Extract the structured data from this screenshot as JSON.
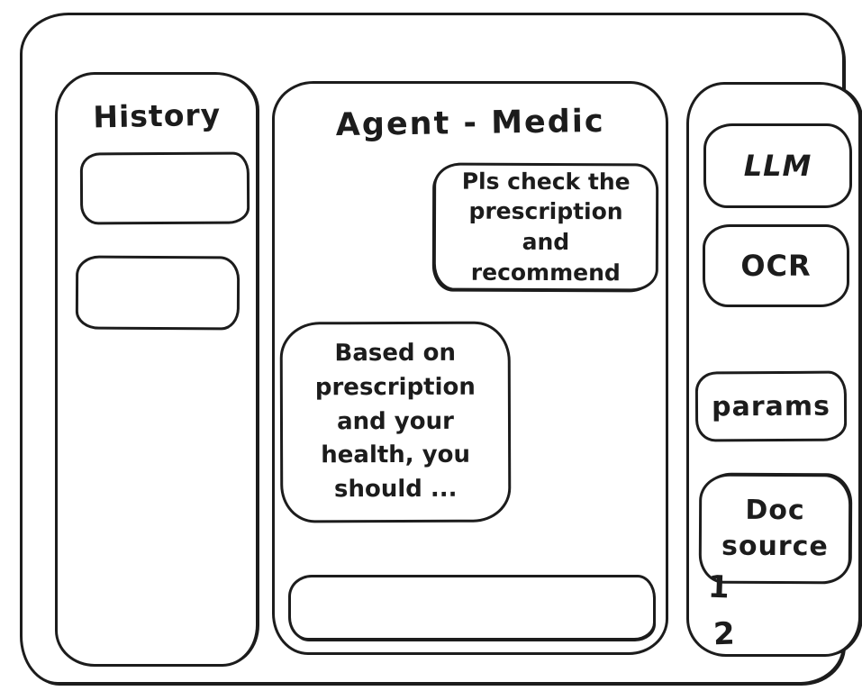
{
  "colors": {
    "stroke": "#1c1c1c",
    "background": "#ffffff"
  },
  "history_panel": {
    "title": "History",
    "items": [
      {
        "label": ""
      },
      {
        "label": ""
      }
    ]
  },
  "chat": {
    "title": "Agent - Medic",
    "messages": [
      {
        "role": "user",
        "text": "Pls check the prescription and recommend"
      },
      {
        "role": "assistant",
        "text": "Based on prescription and your health, you should ..."
      }
    ],
    "input": {
      "value": "",
      "placeholder": ""
    }
  },
  "tools_panel": {
    "buttons": [
      {
        "label": "LLM"
      },
      {
        "label": "OCR"
      },
      {
        "label": "params"
      },
      {
        "label": "Doc source"
      }
    ],
    "doc_sources": [
      "1",
      "2"
    ]
  }
}
